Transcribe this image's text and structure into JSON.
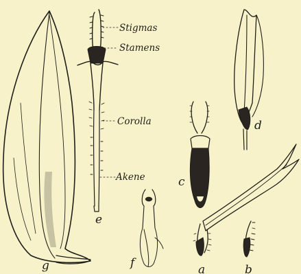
{
  "labels": {
    "stigmas": "Stigmas",
    "stamens": "Stamens",
    "corolla": "Corolla",
    "akene": "Akene"
  },
  "figure_letters": {
    "a": "a",
    "b": "b",
    "c": "c",
    "d": "d",
    "e": "e",
    "f": "f",
    "g": "g"
  },
  "colors": {
    "paper": "#f8f2ca",
    "ink": "#1f1f1a"
  }
}
